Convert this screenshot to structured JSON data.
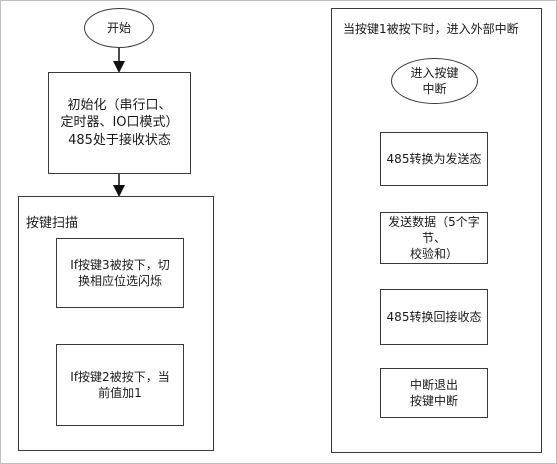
{
  "left_flow": {
    "start": "开始",
    "init": "初始化（串行口、\n定时器、IO口模式）\n485处于接收状态",
    "scan_title": "按键扫描",
    "key3": "If按键3被按下，切\n换相应位选闪烁",
    "key2": "If按键2被按下，当\n前值加1"
  },
  "right_flow": {
    "title": "当按键1被按下时，进入外部中断",
    "enter": "进入按键\n中断",
    "step1": "485转换为发送态",
    "step2": "发送数据（5个字\n节、\n校验和）",
    "step3": "485转换回接收态",
    "step4": "中断退出\n按键中断"
  }
}
